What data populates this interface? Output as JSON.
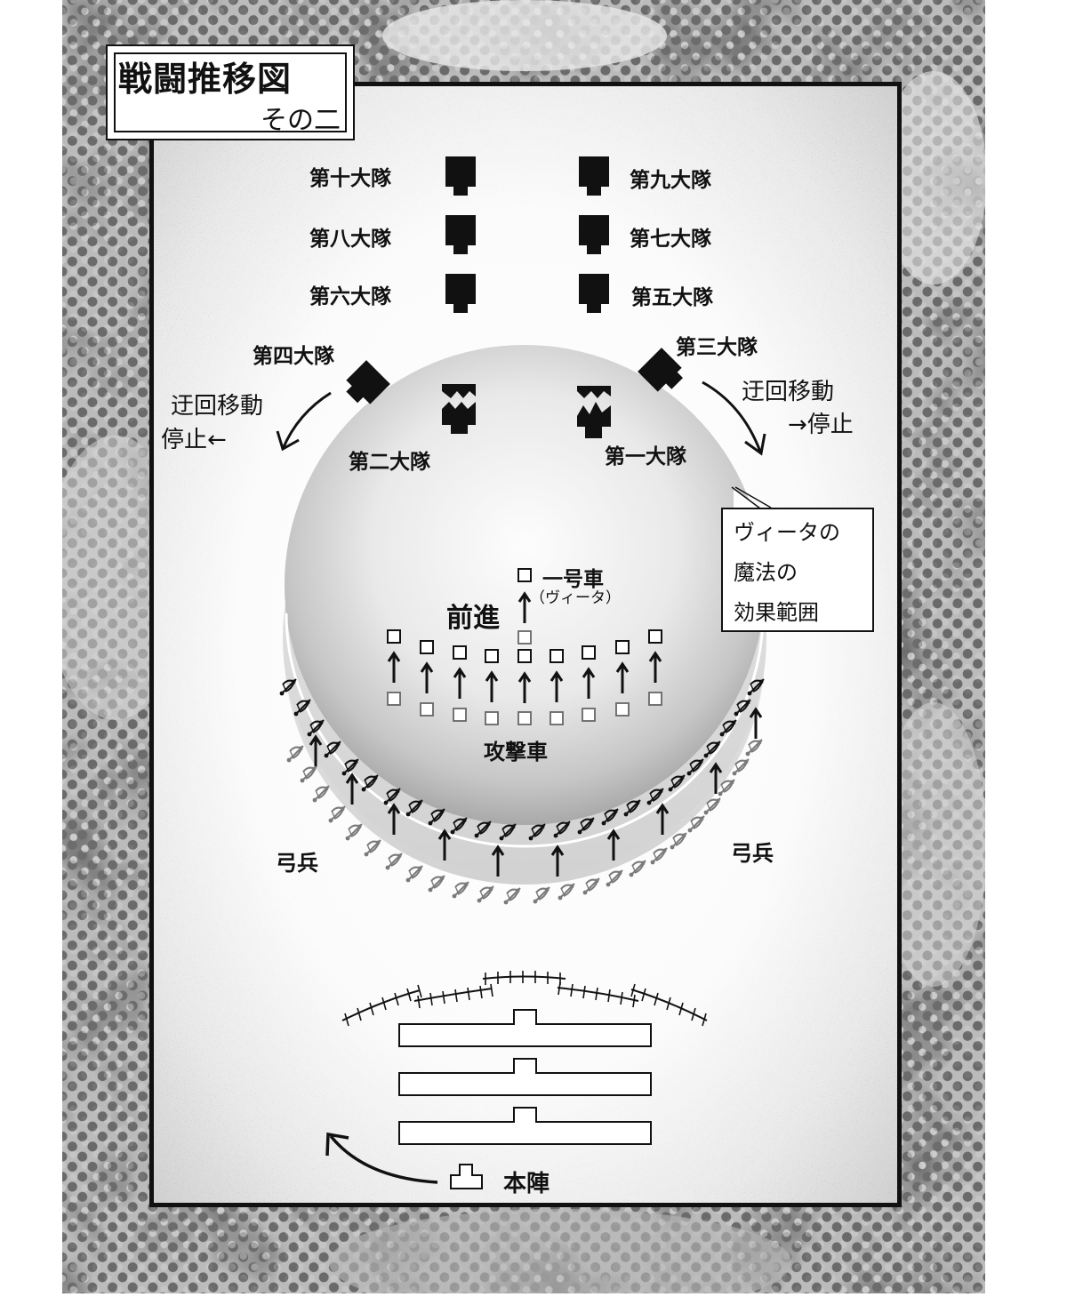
{
  "title": {
    "main": "戦闘推移図",
    "sub": "その二"
  },
  "colors": {
    "ink": "#111111",
    "background_halftone": "#6e6e6e",
    "background_light": "#bdbdbd",
    "sphere_light": "#fafafa",
    "sphere_dark": "#a8a8a8",
    "archer_rear": "#7a7a7a"
  },
  "enemy_units": {
    "left_column": [
      {
        "label": "第十大隊"
      },
      {
        "label": "第八大隊"
      },
      {
        "label": "第六大隊"
      }
    ],
    "right_column": [
      {
        "label": "第九大隊"
      },
      {
        "label": "第七大隊"
      },
      {
        "label": "第五大隊"
      }
    ],
    "flank_left": {
      "label": "第四大隊",
      "move_label_line1": "迂回移動",
      "move_label_line2": "停止←"
    },
    "flank_right": {
      "label": "第三大隊",
      "move_label_line1": "迂回移動",
      "move_label_line2": "→停止"
    },
    "front_left": {
      "label": "第二大隊",
      "state": "broken"
    },
    "front_right": {
      "label": "第一大隊",
      "state": "broken"
    }
  },
  "magic_range": {
    "callout_lines": [
      "ヴィータの",
      "魔法の",
      "効果範囲"
    ]
  },
  "vehicles": {
    "lead_label": "一号車",
    "lead_sub": "（ヴィータ）",
    "advance_label": "前進",
    "advance_arrow": "↑",
    "group_label": "攻撃車",
    "count_per_row": 9
  },
  "archers": {
    "label_left": "弓兵",
    "label_right": "弓兵"
  },
  "home": {
    "label": "本陣"
  }
}
